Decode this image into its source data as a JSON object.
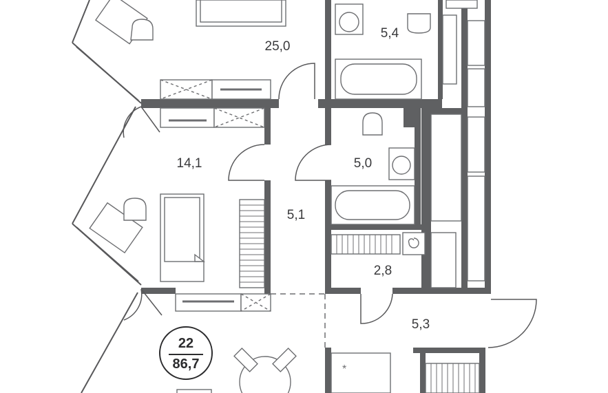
{
  "apartment": {
    "number": "22",
    "total_area": "86,7"
  },
  "rooms": {
    "living": "25,0",
    "bath_upper": "5,4",
    "bedroom": "14,1",
    "bath_lower": "5,0",
    "corridor": "5,1",
    "utility": "2,8",
    "hall": "5,3"
  },
  "colors": {
    "wall": "#58585a",
    "line": "#6d6e71",
    "fixture_fill": "#ffffff",
    "text": "#3a3a3c"
  }
}
